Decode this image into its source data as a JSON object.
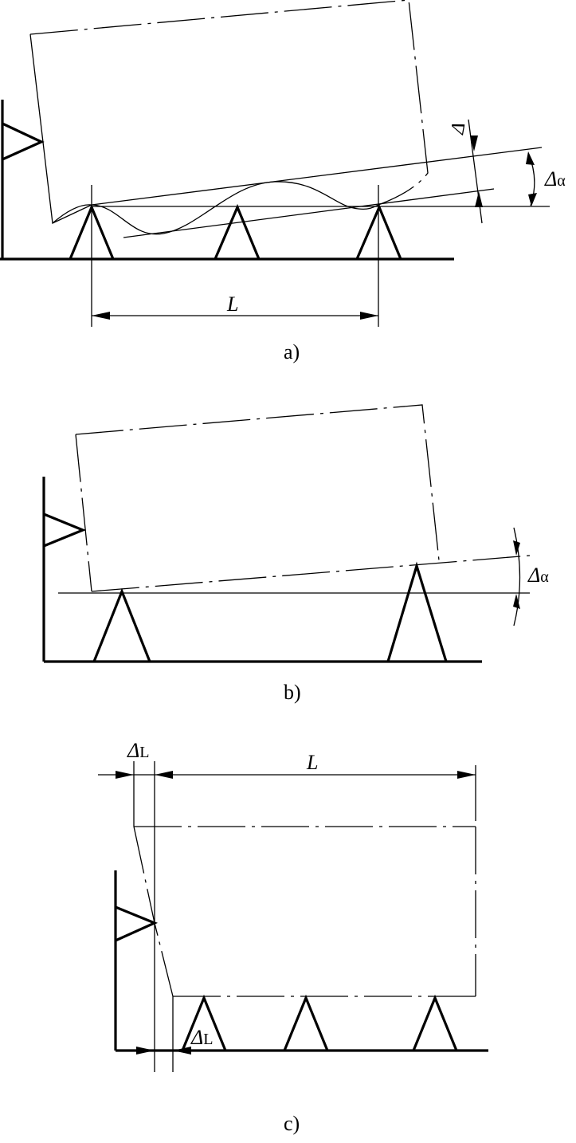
{
  "figure_a": {
    "caption": "a)",
    "delta_label": "Δ",
    "delta_alpha_label": "Δ",
    "delta_alpha_sub": "α",
    "length_label": "L"
  },
  "figure_b": {
    "caption": "b)",
    "delta_alpha_label": "Δ",
    "delta_alpha_sub": "α"
  },
  "figure_c": {
    "caption": "c)",
    "delta_l_top_label": "Δ",
    "delta_l_top_sub": "L",
    "delta_l_bottom_label": "Δ",
    "delta_l_bottom_sub": "L",
    "length_label": "L"
  }
}
